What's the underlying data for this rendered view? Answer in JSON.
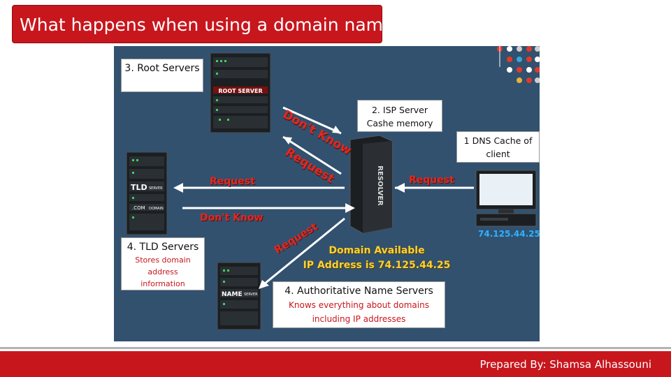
{
  "title": "What happens when using a domain name",
  "footer": "Prepared By: Shamsa Alhassouni",
  "boxes": {
    "root": "3. Root Servers",
    "isp": "2. ISP Server Cashe memory",
    "dns_cache": "1 DNS Cache of client",
    "tld_title": "4. TLD Servers",
    "tld_sub": "Stores domain address information",
    "auth_title": "4. Authoritative Name Servers",
    "auth_sub": "Knows everything about domains including IP addresses"
  },
  "arrows": {
    "dont_know_1": "Don't Know",
    "request_1": "Request",
    "request_left": "Request",
    "request_right": "Request",
    "dont_know_2": "Don't Know",
    "request_lower": "Request"
  },
  "client_ip": "74.125.44.25",
  "domain_available": "Domain Available",
  "ip_address_line": "IP Address is 74.125.44.25",
  "device_labels": {
    "root_server": "ROOT SERVER",
    "tld": "TLD",
    "tld_small": "SERVER",
    "com": ".COM",
    "domain": "DOMAIN",
    "name": "NAME",
    "name_small": "SERVER",
    "resolver": "RESOLVER"
  },
  "colors": {
    "accent_red": "#c8161d",
    "diagram_bg": "#31516f",
    "arrow_text_red": "#e0291f",
    "highlight_yellow": "#f6d23a",
    "ip_blue": "#2fb2ff"
  }
}
